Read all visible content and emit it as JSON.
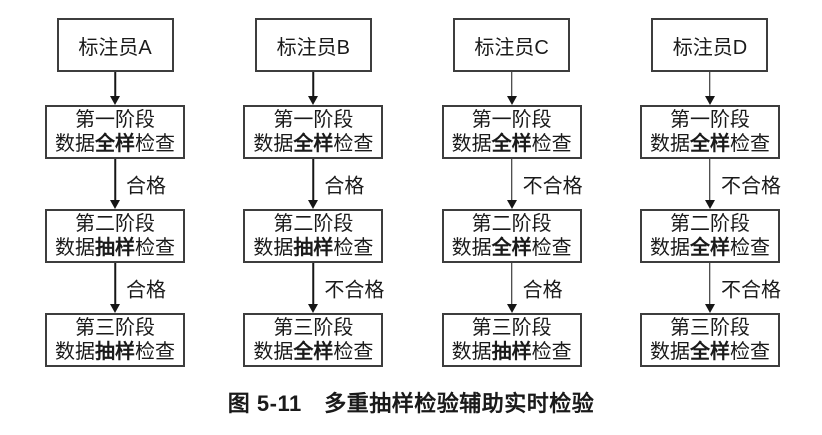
{
  "caption": "图 5-11　多重抽样检验辅助实时检验",
  "colors": {
    "border": "#3d3d3d",
    "text": "#1a1a1a",
    "arrow": "#161616",
    "background": "#ffffff"
  },
  "columns": [
    {
      "annotator": "标注员A",
      "stage1": {
        "title": "第一阶段",
        "pre": "数据",
        "em": "全样",
        "post": "检查"
      },
      "edge1": "合格",
      "stage2": {
        "title": "第二阶段",
        "pre": "数据",
        "em": "抽样",
        "post": "检查"
      },
      "edge2": "合格",
      "stage3": {
        "title": "第三阶段",
        "pre": "数据",
        "em": "抽样",
        "post": "检查"
      }
    },
    {
      "annotator": "标注员B",
      "stage1": {
        "title": "第一阶段",
        "pre": "数据",
        "em": "全样",
        "post": "检查"
      },
      "edge1": "合格",
      "stage2": {
        "title": "第二阶段",
        "pre": "数据",
        "em": "抽样",
        "post": "检查"
      },
      "edge2": "不合格",
      "stage3": {
        "title": "第三阶段",
        "pre": "数据",
        "em": "全样",
        "post": "检查"
      }
    },
    {
      "annotator": "标注员C",
      "stage1": {
        "title": "第一阶段",
        "pre": "数据",
        "em": "全样",
        "post": "检查"
      },
      "edge1": "不合格",
      "stage2": {
        "title": "第二阶段",
        "pre": "数据",
        "em": "全样",
        "post": "检查"
      },
      "edge2": "合格",
      "stage3": {
        "title": "第三阶段",
        "pre": "数据",
        "em": "抽样",
        "post": "检查"
      }
    },
    {
      "annotator": "标注员D",
      "stage1": {
        "title": "第一阶段",
        "pre": "数据",
        "em": "全样",
        "post": "检查"
      },
      "edge1": "不合格",
      "stage2": {
        "title": "第二阶段",
        "pre": "数据",
        "em": "全样",
        "post": "检查"
      },
      "edge2": "不合格",
      "stage3": {
        "title": "第三阶段",
        "pre": "数据",
        "em": "全样",
        "post": "检查"
      }
    }
  ]
}
